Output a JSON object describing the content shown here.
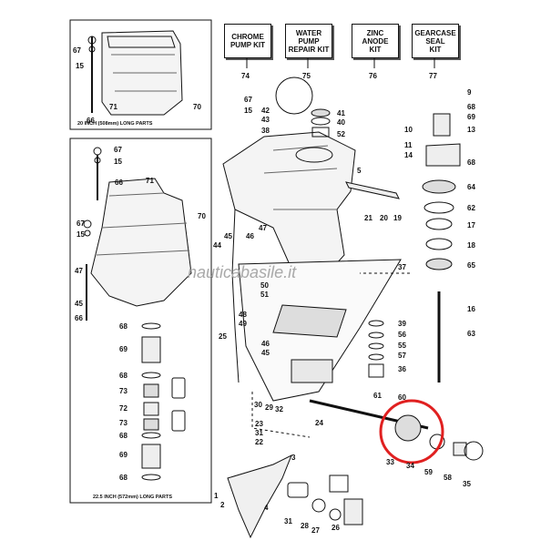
{
  "kits": [
    {
      "line1": "CHROME",
      "line2": "PUMP KIT",
      "line3": "",
      "number": "74"
    },
    {
      "line1": "WATER",
      "line2": "PUMP",
      "line3": "REPAIR KIT",
      "number": "75"
    },
    {
      "line1": "ZINC",
      "line2": "ANODE",
      "line3": "KIT",
      "number": "76"
    },
    {
      "line1": "GEARCASE",
      "line2": "SEAL",
      "line3": "KIT",
      "number": "77"
    }
  ],
  "captions": {
    "top_left": "20 INCH (508mm) LONG PARTS",
    "bottom_left": "22.5 INCH (572mm) LONG PARTS"
  },
  "watermark": "nauticabasile.it",
  "highlight_color": "#e02020",
  "parts": {
    "p67a": "67",
    "p15a": "15",
    "p66a": "66",
    "p71a": "71",
    "p70a": "70",
    "p67b": "67",
    "p15b": "15",
    "p66b": "66",
    "p71b": "71",
    "p70b": "70",
    "p67c": "67",
    "p15c": "15",
    "p47a": "47",
    "p45b": "45",
    "p66c": "66",
    "p68a": "68",
    "p69a": "69",
    "p68b": "68",
    "p73a": "73",
    "p72": "72",
    "p73b": "73",
    "p68c": "68",
    "p69b": "69",
    "p68d": "68",
    "p67d": "67",
    "p15d": "15",
    "p42": "42",
    "p43": "43",
    "p38": "38",
    "p41": "41",
    "p40": "40",
    "p52": "52",
    "p9": "9",
    "p68e": "68",
    "p69c": "69",
    "p10": "10",
    "p13": "13",
    "p11": "11",
    "p14": "14",
    "p68f": "68",
    "p64": "64",
    "p62": "62",
    "p17": "17",
    "p18": "18",
    "p65": "65",
    "p16": "16",
    "p63": "63",
    "p5": "5",
    "p21": "21",
    "p20": "20",
    "p19": "19",
    "p45a": "45",
    "p44": "44",
    "p47b": "47",
    "p46a": "46",
    "p37": "37",
    "p50": "50",
    "p51": "51",
    "p48": "48",
    "p49": "49",
    "p46b": "46",
    "p45c": "45",
    "p25": "25",
    "p39": "39",
    "p56": "56",
    "p55": "55",
    "p57": "57",
    "p36": "36",
    "p60": "60",
    "p61": "61",
    "p30": "30",
    "p29": "29",
    "p32": "32",
    "p24": "24",
    "p23": "23",
    "p31a": "31",
    "p22": "22",
    "p33": "33",
    "p34": "34",
    "p59": "59",
    "p58": "58",
    "p35": "35",
    "p3": "3",
    "p1": "1",
    "p2": "2",
    "p4": "4",
    "p31b": "31",
    "p28": "28",
    "p27": "27",
    "p26": "26"
  }
}
